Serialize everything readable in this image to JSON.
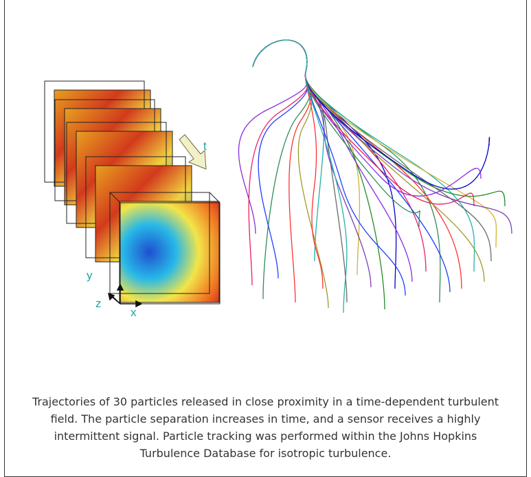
{
  "figure": {
    "labels": {
      "time": "t",
      "y": "y",
      "z": "z",
      "x": "x"
    },
    "colors": {
      "label": "#1fa3a8",
      "arrow_fill": "#f2f0c8",
      "arrow_stroke": "#6b6b3a",
      "trajectories": [
        "#8a2be2",
        "#e91e63",
        "#2e8b57",
        "#1e3cff",
        "#ff3030",
        "#20b2aa",
        "#9a9a2a",
        "#6a6a6a",
        "#d2b230",
        "#7b3fb5",
        "#228b22",
        "#0000cd"
      ]
    }
  },
  "caption": "Trajectories of 30 particles released in close proximity in a time-dependent turbulent field. The particle separation increases in time, and a sensor receives a highly intermittent signal.  Particle tracking was performed within the Johns Hopkins Turbulence Database for isotropic turbulence."
}
